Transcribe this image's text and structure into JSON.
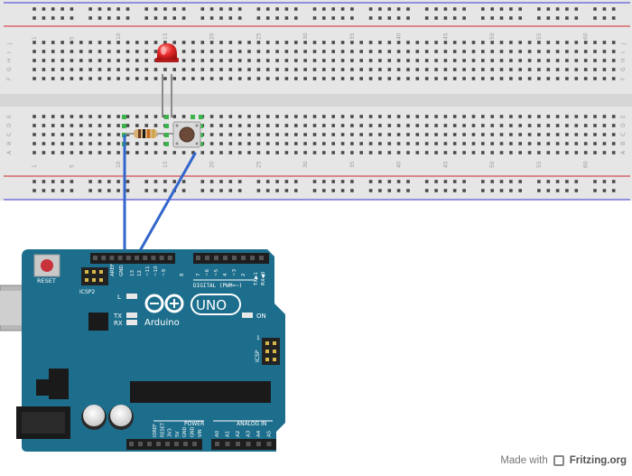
{
  "breadboard": {
    "column_numbers": [
      "1",
      "5",
      "10",
      "15",
      "20",
      "25",
      "30",
      "35",
      "40",
      "45",
      "50",
      "55",
      "60"
    ],
    "row_letters_top": [
      "J",
      "I",
      "H",
      "G",
      "F"
    ],
    "row_letters_bottom": [
      "E",
      "D",
      "C",
      "B",
      "A"
    ]
  },
  "board": {
    "logo_text": "Arduino",
    "model": "UNO",
    "reset_label": "RESET",
    "icsp2_label": "ICSP2",
    "icsp_label": "ICSP",
    "digital_label": "DIGITAL (PWM=~)",
    "power_label": "POWER",
    "analog_label": "ANALOG IN",
    "on_label": "ON",
    "l_label": "L",
    "tx_label": "TX",
    "rx_label": "RX",
    "one_label": "1",
    "tx_pin_label": "TX▶1",
    "rx_pin_label": "RX◀0",
    "digital_pins": [
      "AREF",
      "GND",
      "13",
      "12",
      "~11",
      "~10",
      "~9",
      "8",
      "7",
      "~6",
      "~5",
      "4",
      "~3",
      "2"
    ],
    "power_pins": [
      "IOREF",
      "RESET",
      "3V3",
      "5V",
      "GND",
      "GND",
      "VIN"
    ],
    "analog_pins": [
      "A0",
      "A1",
      "A2",
      "A3",
      "A4",
      "A5"
    ]
  },
  "credit": {
    "made_with": "Made with",
    "brand": "Fritzing.org"
  },
  "colors": {
    "breadboard": "#e8e8e8",
    "rail_red": "#d2262c",
    "rail_blue": "#3a3ad6",
    "board": "#1d6e8c",
    "wire": "#3366cc",
    "led": "#e62a2a"
  }
}
